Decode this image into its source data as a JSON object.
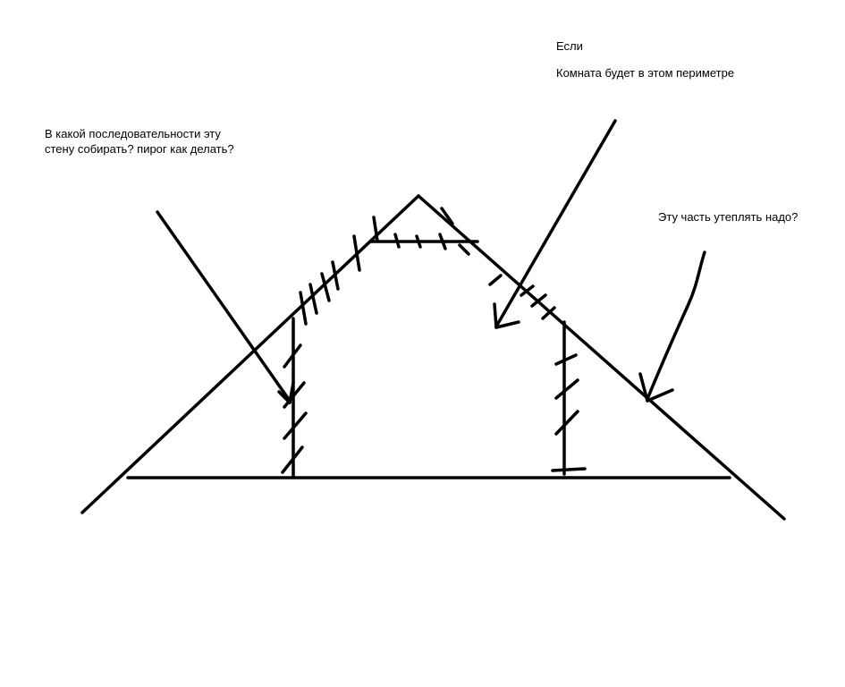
{
  "annotations": {
    "left_question": "В какой последовательности эту\nстену собирать? пирог как делать?",
    "if_label": "Если",
    "room_perimeter": "Комната будет в этом периметре",
    "insulate_question": "Эту часть утеплять надо?"
  },
  "colors": {
    "ink": "#000000",
    "background": "#ffffff"
  }
}
